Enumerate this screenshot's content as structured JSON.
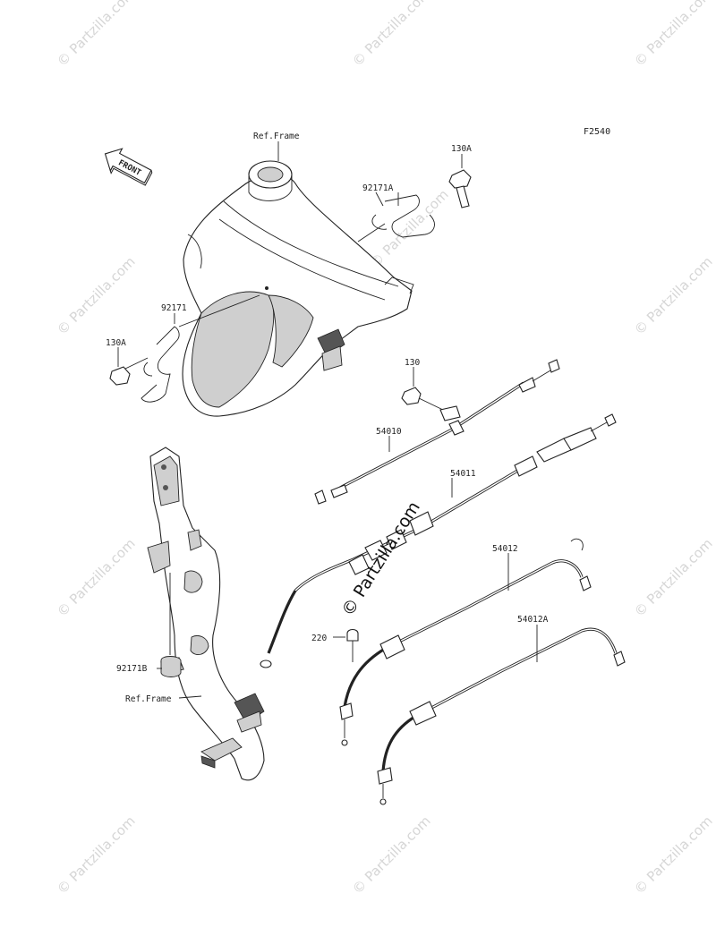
{
  "figure_code": "F2540",
  "watermark_small": "© Partzilla.com",
  "watermark_main": "© Partzilla.com",
  "front_label": "FRONT",
  "labels": {
    "ref_frame_top": "Ref.Frame",
    "ref_frame_bottom": "Ref.Frame",
    "p130A_right": "130A",
    "p92171A": "92171A",
    "p92171": "92171",
    "p130A_left": "130A",
    "p130": "130",
    "p54010": "54010",
    "p54011": "54011",
    "p54012": "54012",
    "p54012A": "54012A",
    "p220": "220",
    "p92171B": "92171B"
  }
}
